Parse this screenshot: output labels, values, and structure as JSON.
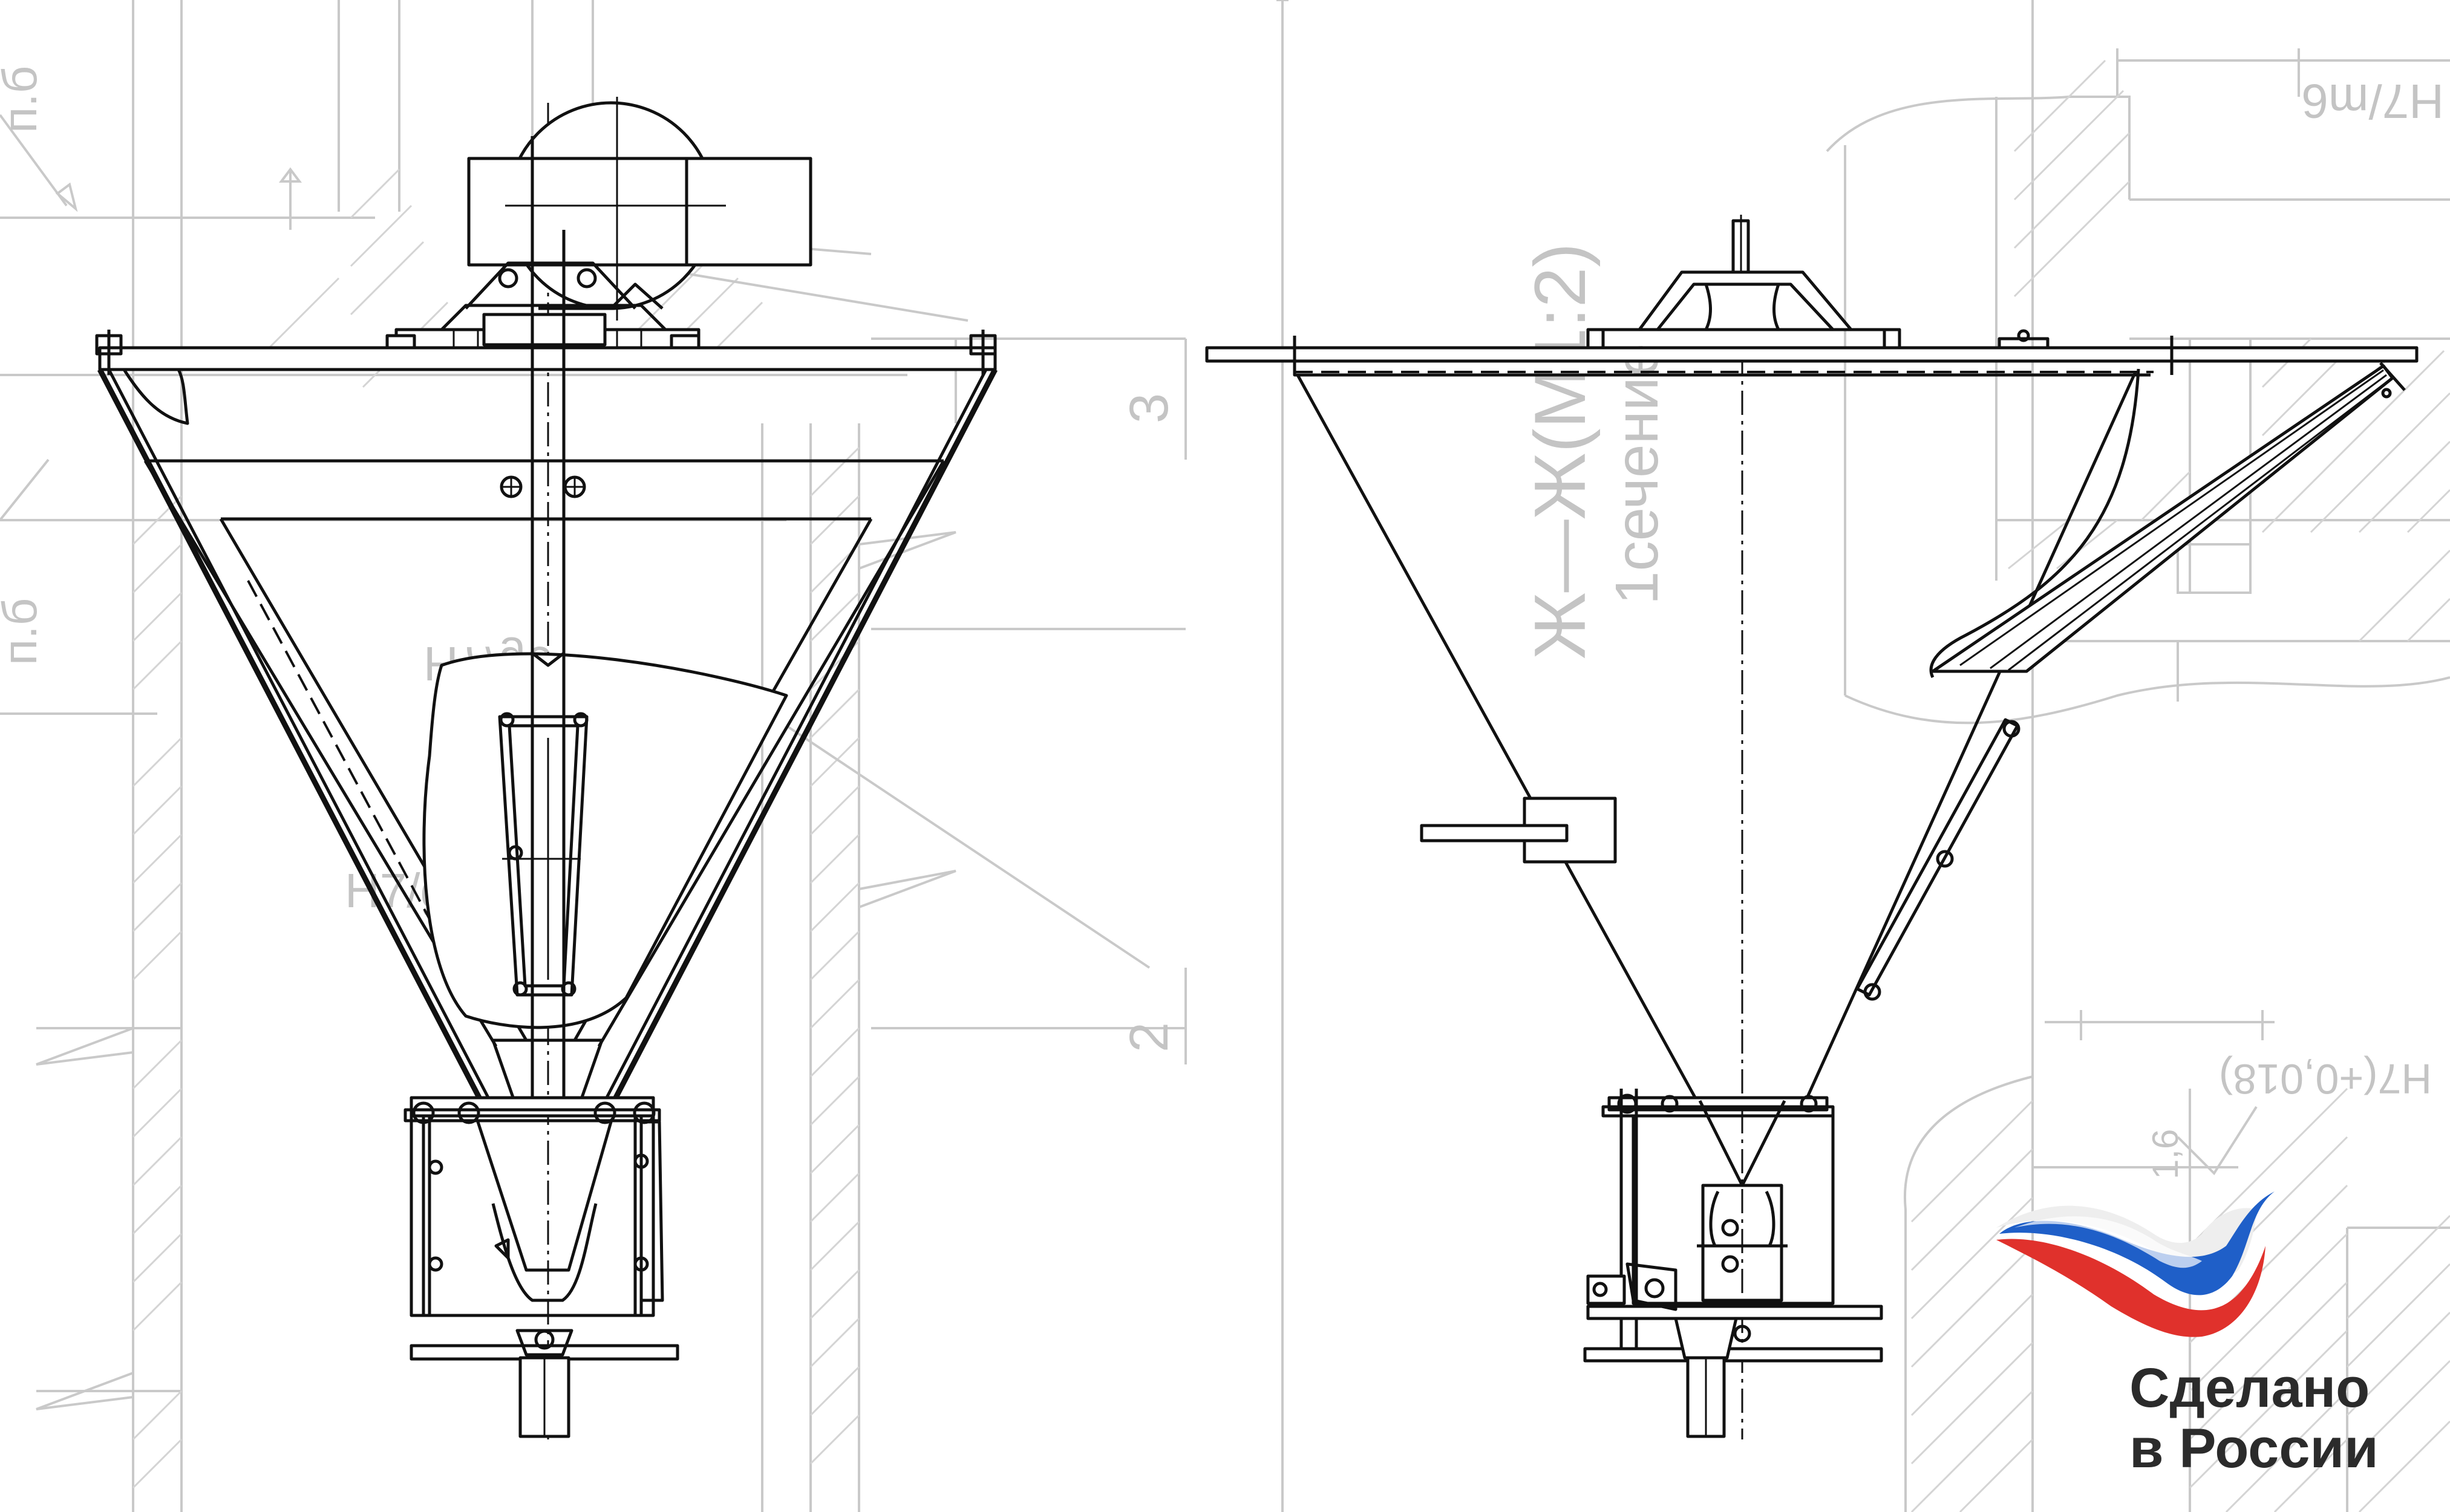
{
  "background_annotations": {
    "fit_top_right": "Н7/m6",
    "fit_left_mid": "Н7/g6",
    "fit_left_low": "Н7/g6",
    "fit_right_low": "Н7(+0,018)",
    "section_label": "Ж—Ж(М1:2)",
    "section_sub": "1сечение",
    "roughness_a": "п.б",
    "roughness_b": "п.б",
    "dim_3": "3",
    "dim_2": "2",
    "dim_16": "1,6"
  },
  "logo": {
    "line1": "Сделано",
    "line2": "в Росcии",
    "flag_colors": [
      "#ffffff",
      "#1f5fc8",
      "#e0312c"
    ]
  },
  "colors": {
    "drawing": "#111111",
    "background_drawing": "#c9c9c9",
    "logo_text": "#2b2b2b"
  }
}
